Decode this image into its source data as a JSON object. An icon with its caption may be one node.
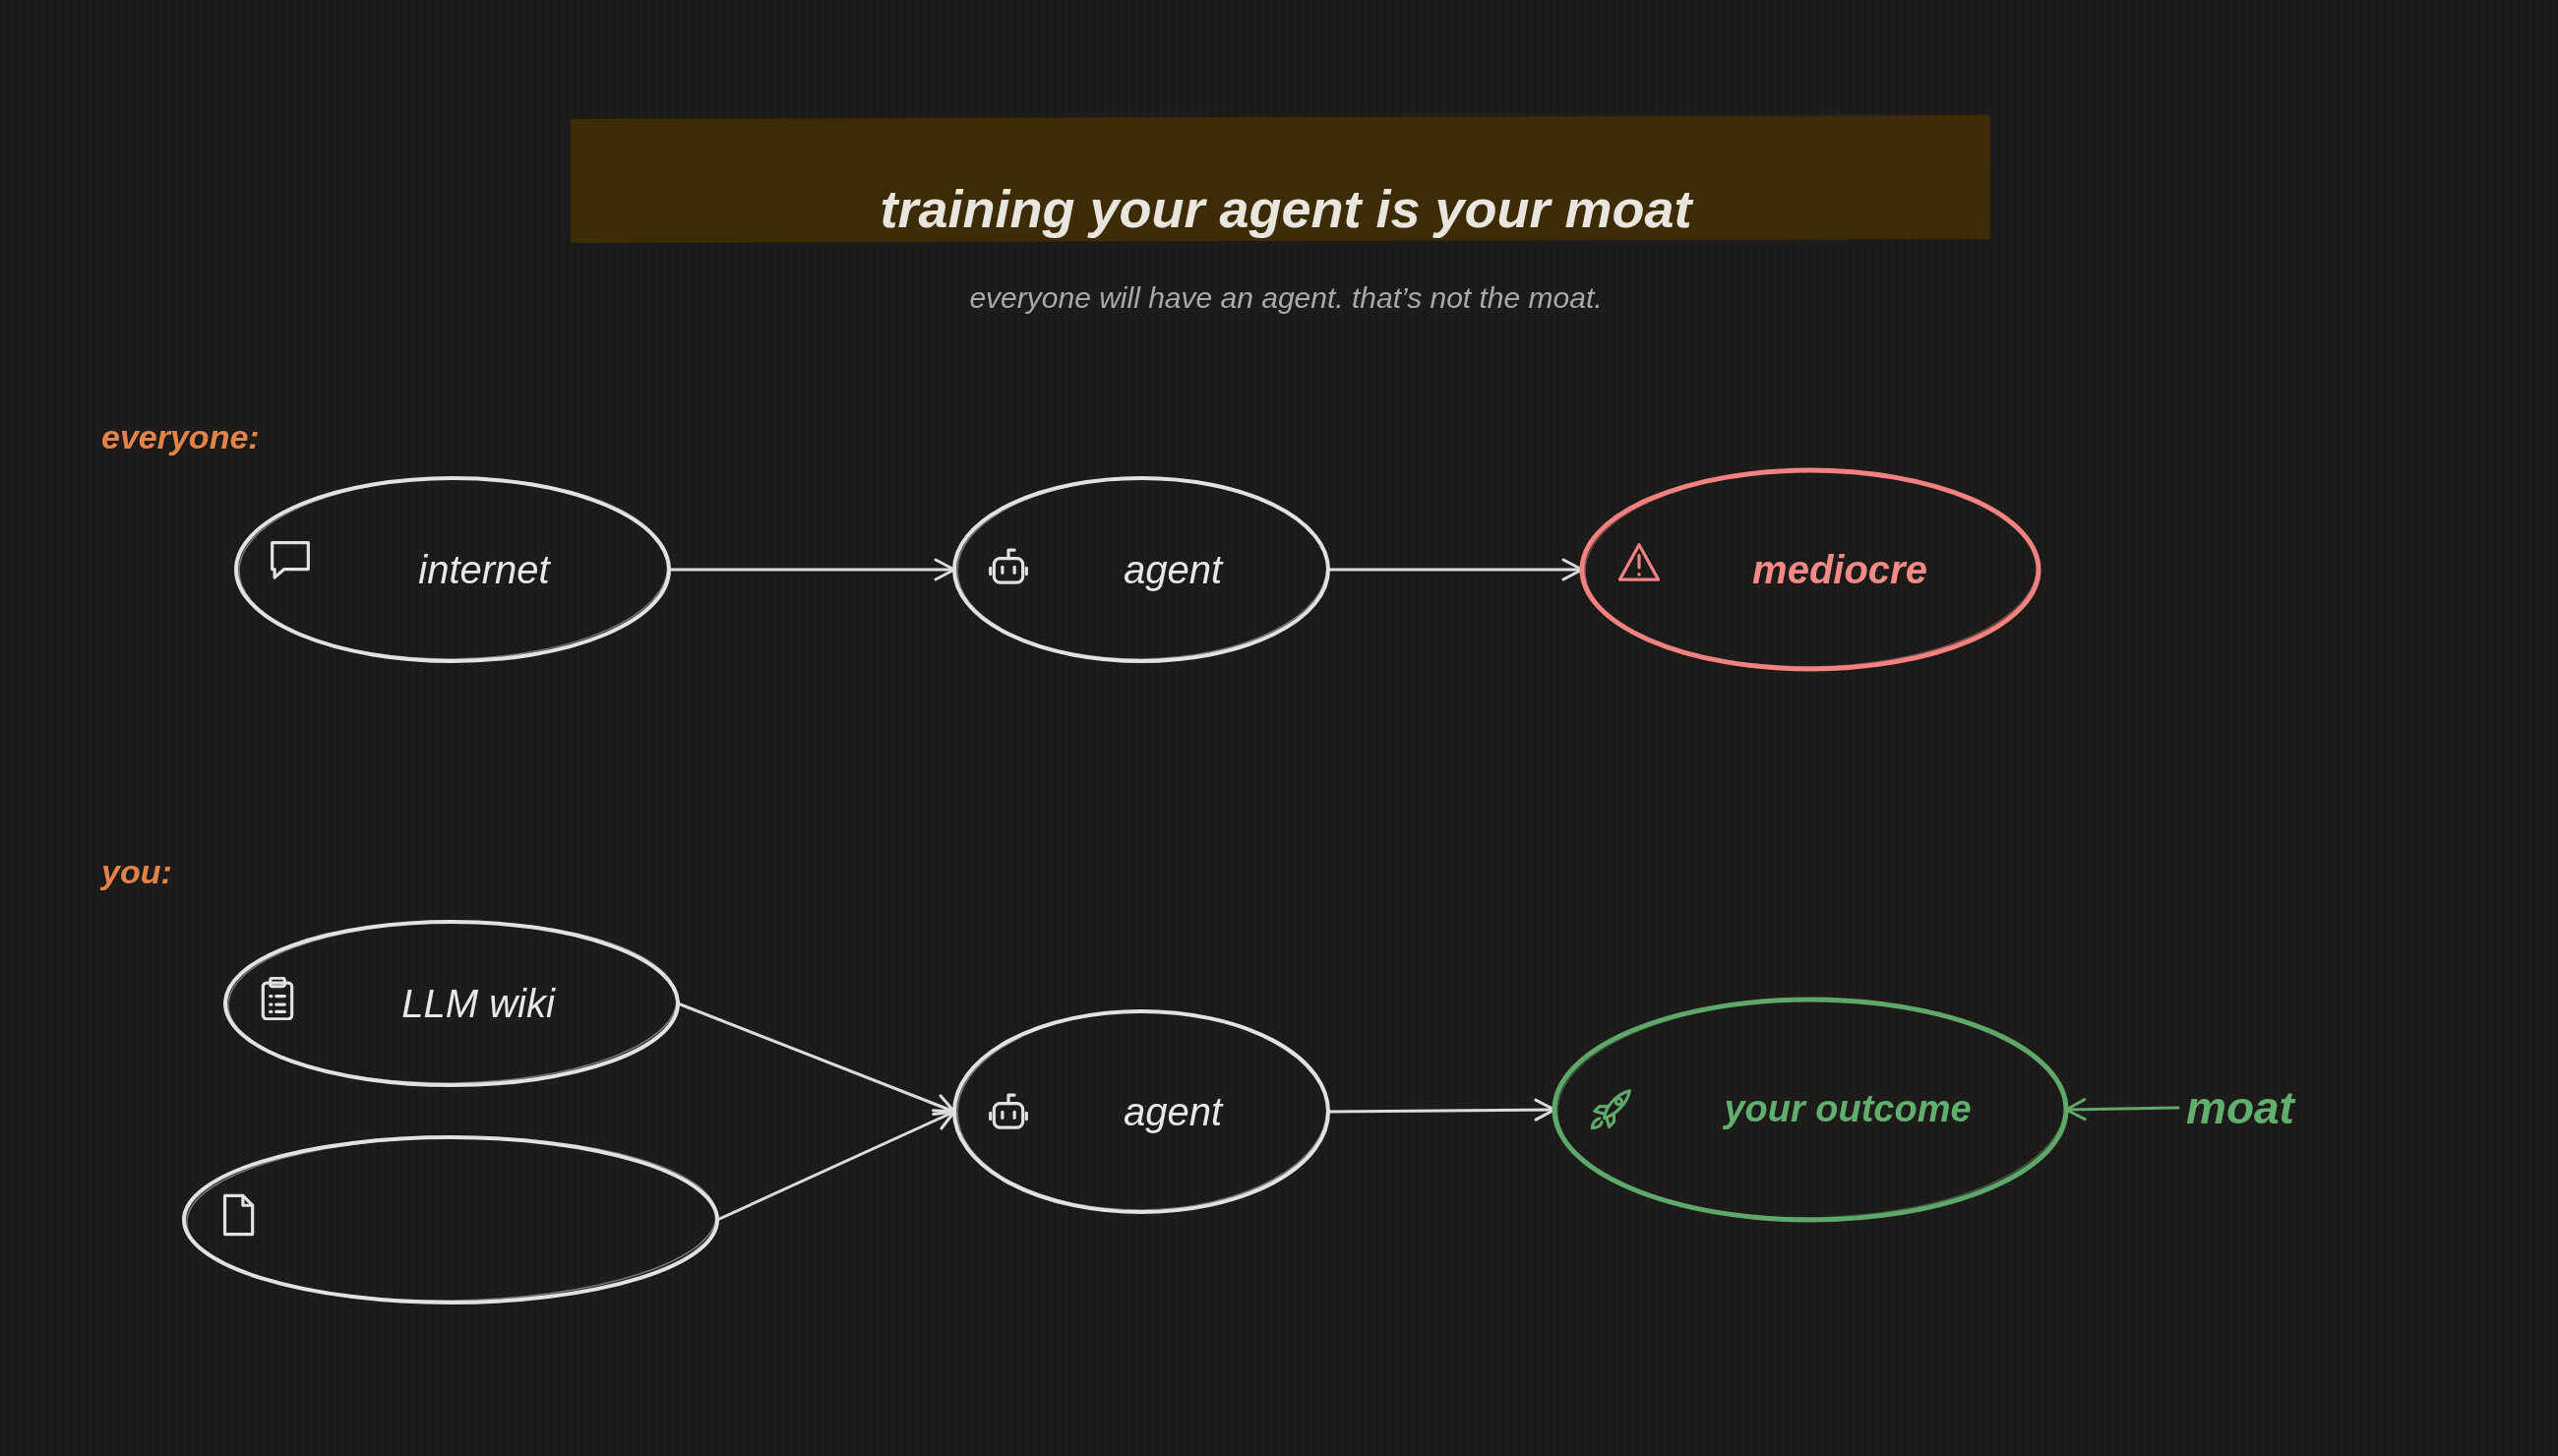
{
  "diagram": {
    "title": "training your agent is your moat",
    "nodes": [
      {
        "text": [
          "internet"
        ]
      },
      {
        "text": [
          "agent"
        ]
      },
      {
        "text": [
          "mediocre"
        ]
      },
      {
        "text": [
          "LLM wiki"
        ]
      },
      {
        "text": [],
        "shape": "ellipse"
      },
      {
        "text": [
          "agent"
        ]
      },
      {
        "text": [
          "your outcome"
        ]
      },
      {
        "text": [
          "moat"
        ]
      }
    ],
    "edges": [
      {
        "from": 0,
        "to": 1,
        "arrow": "to"
      },
      {
        "from": 1,
        "to": 2,
        "arrow": "to"
      },
      {
        "from": 3,
        "to": 5,
        "arrow": "to"
      },
      {
        "from": 4,
        "to": 5,
        "arrow": "to"
      },
      {
        "from": 5,
        "to": 6,
        "arrow": "to"
      },
      {
        "from": 7,
        "to": 6,
        "arrow": "to",
        "color": "#5fa86b"
      }
    ],
    "labels": [
      "everyone will have an agent. that’s not the moat.",
      "everyone:",
      "you:"
    ]
  }
}
